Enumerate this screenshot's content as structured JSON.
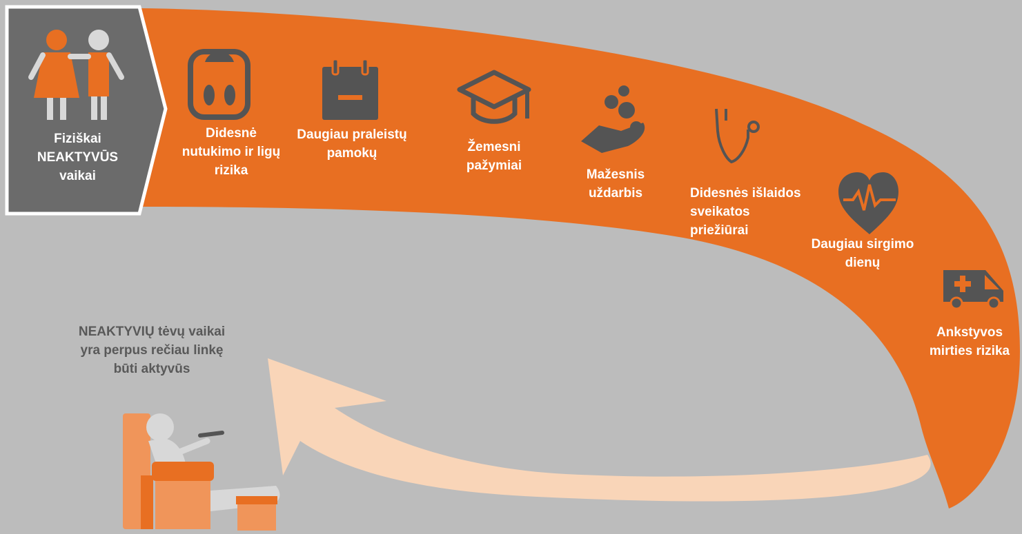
{
  "colors": {
    "background": "#bcbcbc",
    "band": "#e86f22",
    "return_arrow": "#f9d5b8",
    "start_box": "#6b6b6b",
    "icon_dark": "#545454",
    "figure_grey": "#d8d8d8",
    "chair_orange": "#f0955a"
  },
  "start": {
    "label": "Fiziškai\nNEAKTYVŪS\nvaikai",
    "icon": "children-icon"
  },
  "steps": [
    {
      "icon": "scale-icon",
      "label": "Didesnė\nnutukimo ir ligų\nrizika"
    },
    {
      "icon": "calendar-minus-icon",
      "label": "Daugiau praleistų\npamokų"
    },
    {
      "icon": "graduation-cap-icon",
      "label": "Žemesni\npažymiai"
    },
    {
      "icon": "coins-hand-icon",
      "label": "Mažesnis\nuždarbis"
    },
    {
      "icon": "stethoscope-icon",
      "label": "Didesnės išlaidos\nsveikatos\npriežiūrai"
    },
    {
      "icon": "heartbeat-icon",
      "label": "Daugiau sirgimo\ndienų"
    },
    {
      "icon": "ambulance-icon",
      "label": "Ankstyvos\nmirties rizika"
    }
  ],
  "return_note": {
    "label": "NEAKTYVIŲ tėvų vaikai\nyra perpus rečiau linkę\nbūti aktyvūs",
    "icon": "person-on-couch-icon"
  }
}
